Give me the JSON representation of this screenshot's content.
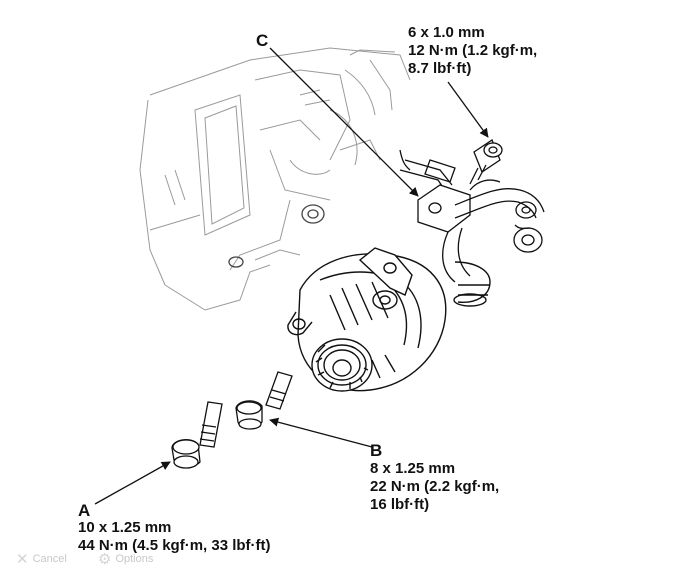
{
  "callouts": {
    "a": {
      "letter": "A",
      "size": "10 x 1.25 mm",
      "torque": "44 N·m (4.5 kgf·m, 33 lbf·ft)"
    },
    "b": {
      "letter": "B",
      "size": "8 x 1.25 mm",
      "torque_line1": "22 N·m (2.2 kgf·m,",
      "torque_line2": "16 lbf·ft)"
    },
    "c": {
      "letter": "C"
    },
    "top": {
      "size": "6 x 1.0 mm",
      "torque_line1": "12 N·m (1.2 kgf·m,",
      "torque_line2": "8.7 lbf·ft)"
    }
  },
  "toolbar": {
    "cancel_label": "Cancel",
    "options_label": "Options",
    "cancel_icon": "close-icon",
    "options_icon": "gear-icon"
  },
  "colors": {
    "line": "#111111",
    "faint_line": "#9a9a9a",
    "toolbar_text": "#c8c8c8"
  }
}
